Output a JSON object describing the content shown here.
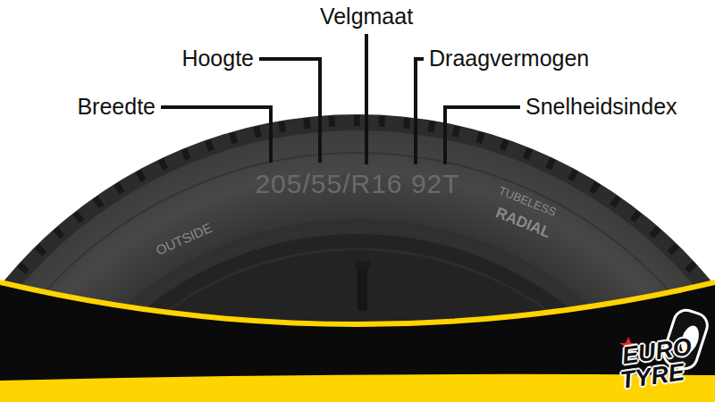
{
  "diagram": {
    "labels": [
      "Breedte",
      "Hoogte",
      "Velgmaat",
      "Draagvermogen",
      "Snelheidsindex",
      "205/55/R16 92T",
      "OUTSIDE",
      "TUBELESS",
      "RADIAL",
      "EURO",
      "TYRE"
    ]
  }
}
